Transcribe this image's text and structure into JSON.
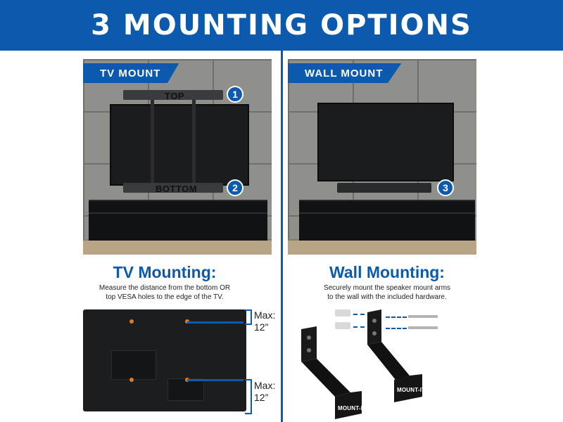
{
  "header": {
    "title": "3 MOUNTING OPTIONS"
  },
  "tv_mount": {
    "label": "TV MOUNT",
    "top_label": "TOP",
    "bottom_label": "BOTTOM",
    "badge_top": "1",
    "badge_bottom": "2"
  },
  "wall_mount": {
    "label": "WALL MOUNT",
    "badge": "3"
  },
  "tv_mounting": {
    "title": "TV Mounting:",
    "desc_line1": "Measure the distance from the bottom OR",
    "desc_line2": "top VESA holes to the edge of the TV.",
    "max_top_1": "Max:",
    "max_top_2": "12”",
    "max_bottom_1": "Max:",
    "max_bottom_2": "12”"
  },
  "wall_mounting": {
    "title": "Wall Mounting:",
    "desc_line1": "Securely mount the speaker mount arms",
    "desc_line2": "to the wall with the included hardware."
  },
  "brand": {
    "logo_text": "MOUNT-IT!"
  },
  "colors": {
    "brand_blue": "#0b5aad",
    "vesa_orange": "#e07b21",
    "floor": "#b9a585"
  }
}
